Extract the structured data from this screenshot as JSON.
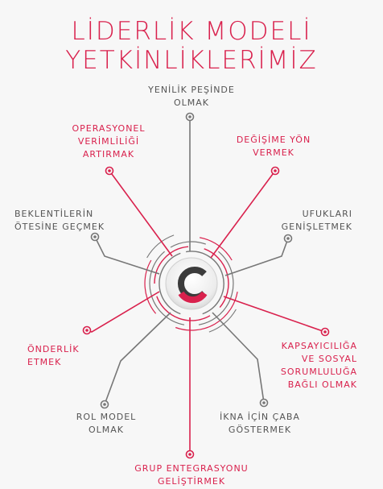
{
  "title": {
    "line1": "LİDERLİK MODELİ",
    "line2": "YETKİNLİKLERİMİZ"
  },
  "colors": {
    "accent": "#d9214d",
    "gray_line": "#777777",
    "label_gray": "#555555"
  },
  "center_logo": {
    "icon": "c-logo-icon"
  },
  "competencies": [
    {
      "id": "yenilik",
      "lines": [
        "YENİLİK PEŞİNDE",
        "OLMAK"
      ],
      "color": "gray"
    },
    {
      "id": "degisim",
      "lines": [
        "DEĞİŞİME YÖN",
        "VERMEK"
      ],
      "color": "red"
    },
    {
      "id": "ufuklari",
      "lines": [
        "UFUKLARI",
        "GENİŞLETMEK"
      ],
      "color": "gray"
    },
    {
      "id": "kapsayici",
      "lines": [
        "KAPSAYICILIĞA",
        "VE SOSYAL",
        "SORUMLULUĞA",
        "BAĞLI OLMAK"
      ],
      "color": "red"
    },
    {
      "id": "ikna",
      "lines": [
        "İKNA İÇİN ÇABA",
        "GÖSTERMEK"
      ],
      "color": "gray"
    },
    {
      "id": "grup",
      "lines": [
        "GRUP ENTEGRASYONU",
        "GELİŞTİRMEK"
      ],
      "color": "red"
    },
    {
      "id": "rolmodel",
      "lines": [
        "ROL MODEL",
        "OLMAK"
      ],
      "color": "gray"
    },
    {
      "id": "onderlik",
      "lines": [
        "ÖNDERLİK",
        "ETMEK"
      ],
      "color": "red"
    },
    {
      "id": "beklenti",
      "lines": [
        "BEKLENTİLERİN",
        "ÖTESİNE GEÇMEK"
      ],
      "color": "gray"
    },
    {
      "id": "operasyonel",
      "lines": [
        "OPERASYONEL",
        "VERİMLİLİĞİ",
        "ARTIRMAK"
      ],
      "color": "red"
    }
  ]
}
